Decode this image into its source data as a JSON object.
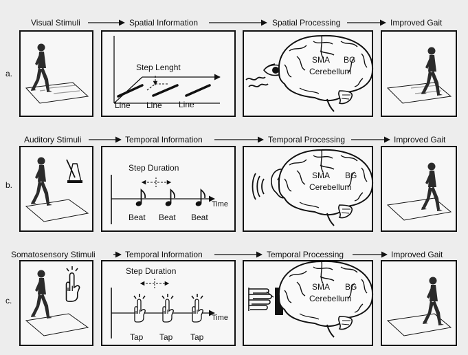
{
  "rows": [
    {
      "letter": "a.",
      "headers": [
        "Visual Stimuli",
        "Spatial Information",
        "Spatial Processing",
        "Improved Gait"
      ],
      "info": {
        "caption": "Step Lenght",
        "marks": [
          "Line",
          "Line",
          "Line"
        ]
      }
    },
    {
      "letter": "b.",
      "headers": [
        "Auditory Stimuli",
        "Temporal Information",
        "Temporal Processing",
        "Improved Gait"
      ],
      "info": {
        "caption": "Step Duration",
        "marks": [
          "Beat",
          "Beat",
          "Beat"
        ],
        "axis_label": "Time"
      }
    },
    {
      "letter": "c.",
      "headers": [
        "Somatosensory Stimuli",
        "Temporal Information",
        "Temporal Processing",
        "Improved Gait"
      ],
      "info": {
        "caption": "Step Duration",
        "marks": [
          "Tap",
          "Tap",
          "Tap"
        ],
        "axis_label": "Time"
      }
    }
  ],
  "brain": {
    "region_1": "SMA",
    "region_2": "BG",
    "region_3": "Cerebellum"
  },
  "colors": {
    "ink": "#111111",
    "panel": "#f7f7f7",
    "background": "#ededed"
  }
}
